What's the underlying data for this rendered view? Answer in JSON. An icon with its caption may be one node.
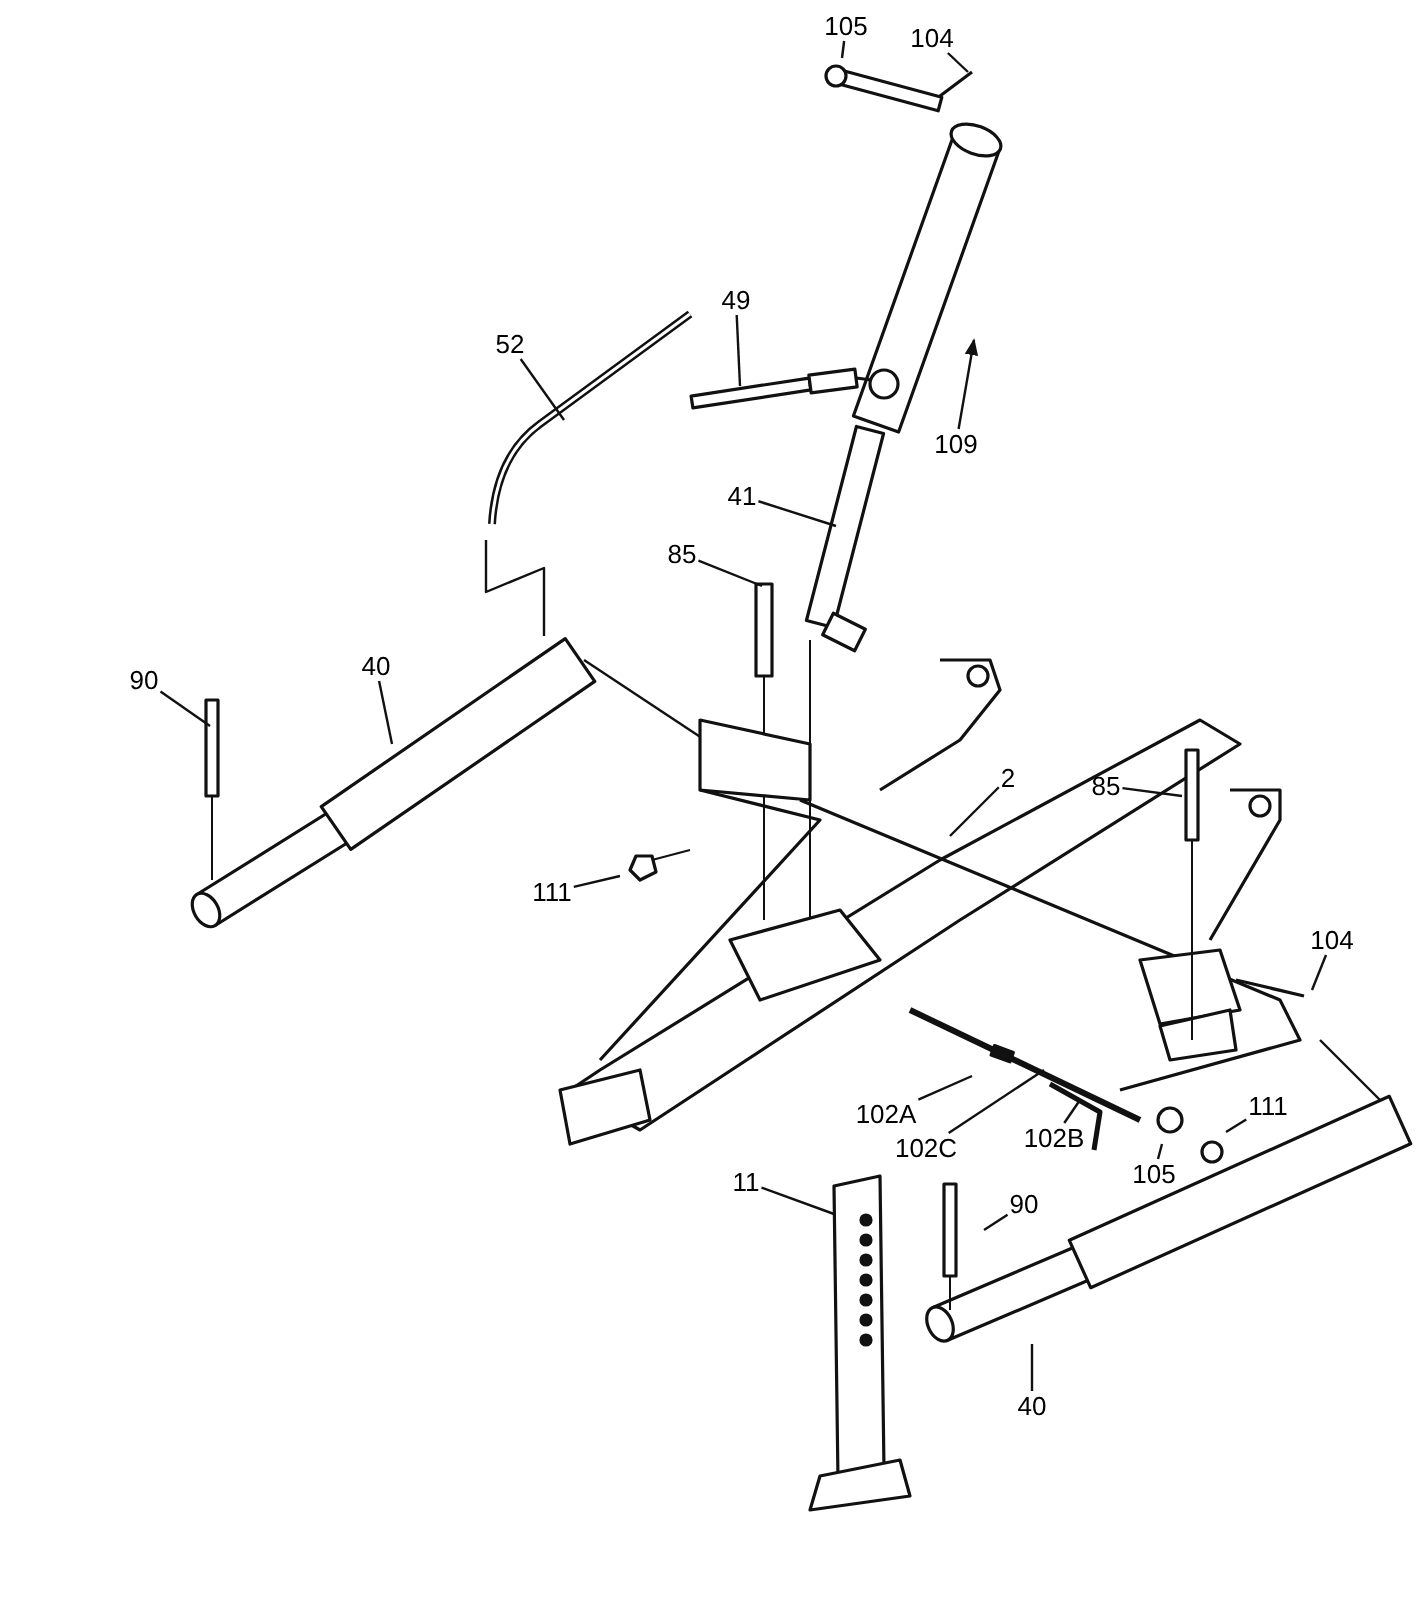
{
  "diagram": {
    "nodes": [
      {
        "text": [
          "105"
        ]
      },
      {
        "text": [
          "104"
        ]
      },
      {
        "text": [
          "49"
        ]
      },
      {
        "text": [
          "52"
        ]
      },
      {
        "text": [
          "109"
        ]
      },
      {
        "text": [
          "41"
        ]
      },
      {
        "text": [
          "85"
        ]
      },
      {
        "text": [
          "40"
        ]
      },
      {
        "text": [
          "90"
        ]
      },
      {
        "text": [
          "2"
        ]
      },
      {
        "text": [
          "85"
        ]
      },
      {
        "text": [
          "111"
        ]
      },
      {
        "text": [
          "104"
        ]
      },
      {
        "text": [
          "111"
        ]
      },
      {
        "text": [
          "102A"
        ]
      },
      {
        "text": [
          "102B"
        ]
      },
      {
        "text": [
          "102C"
        ]
      },
      {
        "text": [
          "105"
        ]
      },
      {
        "text": [
          "11"
        ]
      },
      {
        "text": [
          "90"
        ]
      },
      {
        "text": [
          "40"
        ]
      }
    ],
    "edges": [
      {
        "from": 0,
        "to": null,
        "arrow": "none"
      },
      {
        "from": 1,
        "to": null,
        "arrow": "none"
      },
      {
        "from": 2,
        "to": null,
        "arrow": "none"
      },
      {
        "from": 3,
        "to": null,
        "arrow": "none"
      },
      {
        "from": 4,
        "to": null,
        "arrow": "to"
      },
      {
        "from": 5,
        "to": null,
        "arrow": "none"
      },
      {
        "from": 6,
        "to": null,
        "arrow": "none"
      },
      {
        "from": 7,
        "to": null,
        "arrow": "none"
      },
      {
        "from": 8,
        "to": null,
        "arrow": "none"
      },
      {
        "from": 9,
        "to": null,
        "arrow": "none"
      },
      {
        "from": 10,
        "to": null,
        "arrow": "none"
      },
      {
        "from": 11,
        "to": null,
        "arrow": "none"
      },
      {
        "from": 12,
        "to": null,
        "arrow": "none"
      },
      {
        "from": 13,
        "to": null,
        "arrow": "none"
      },
      {
        "from": 14,
        "to": null,
        "arrow": "none"
      },
      {
        "from": 15,
        "to": null,
        "arrow": "none"
      },
      {
        "from": 16,
        "to": null,
        "arrow": "none"
      },
      {
        "from": 17,
        "to": null,
        "arrow": "none"
      },
      {
        "from": 18,
        "to": null,
        "arrow": "none"
      },
      {
        "from": 19,
        "to": null,
        "arrow": "none"
      },
      {
        "from": 20,
        "to": null,
        "arrow": "none"
      }
    ]
  }
}
